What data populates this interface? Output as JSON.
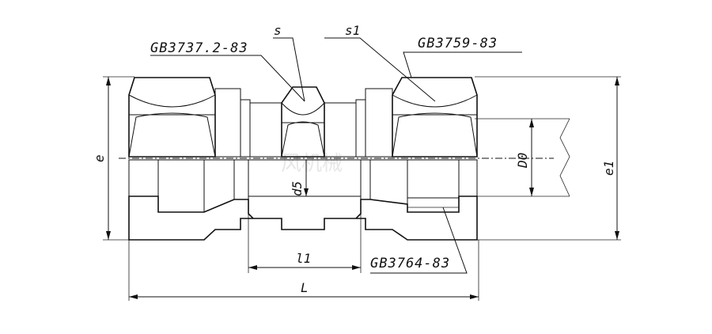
{
  "labels": {
    "std_left_nut": "GB3737.2-83",
    "std_right_nut": "GB3759-83",
    "std_bottom": "GB3764-83",
    "s": "s",
    "s1": "s1",
    "e": "e",
    "e1": "e1",
    "D0": "D0",
    "d5": "d5",
    "l1": "l1",
    "L": "L"
  },
  "watermark": "风机械",
  "colors": {
    "outline": "#111111",
    "face_gray": "#9c9c9c",
    "section_fill": "#bdbdbd",
    "hatch": "#333333"
  }
}
